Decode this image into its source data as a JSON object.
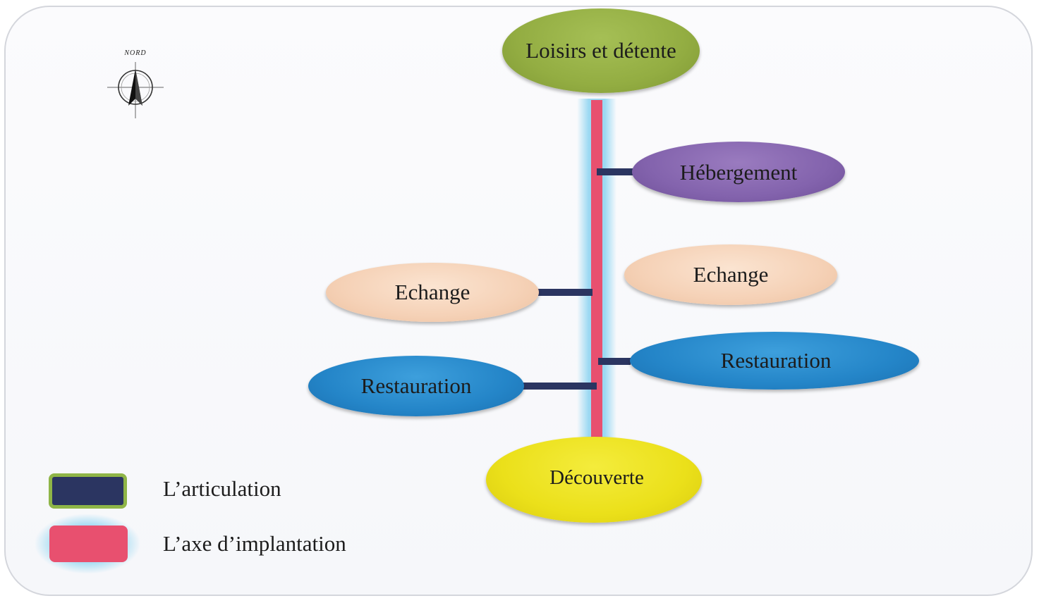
{
  "diagram": {
    "nodes": {
      "loisirs": "Loisirs et détente",
      "hebergement": "Hébergement",
      "echange_right": "Echange",
      "echange_left": "Echange",
      "restauration_right": "Restauration",
      "restauration_left": "Restauration",
      "decouverte": "Découverte"
    },
    "compass": {
      "label": "NORD"
    },
    "legend": {
      "articulation": "L’articulation",
      "axe": "L’axe d’implantation"
    },
    "colors": {
      "axis": "#e8506f",
      "axis_glow": "#96d7f2",
      "articulation": "#2b3561",
      "loisirs": "#93ad42",
      "hebergement": "#8363ad",
      "echange": "#f5d1b6",
      "restauration": "#2485c8",
      "decouverte": "#ebe01a"
    }
  }
}
